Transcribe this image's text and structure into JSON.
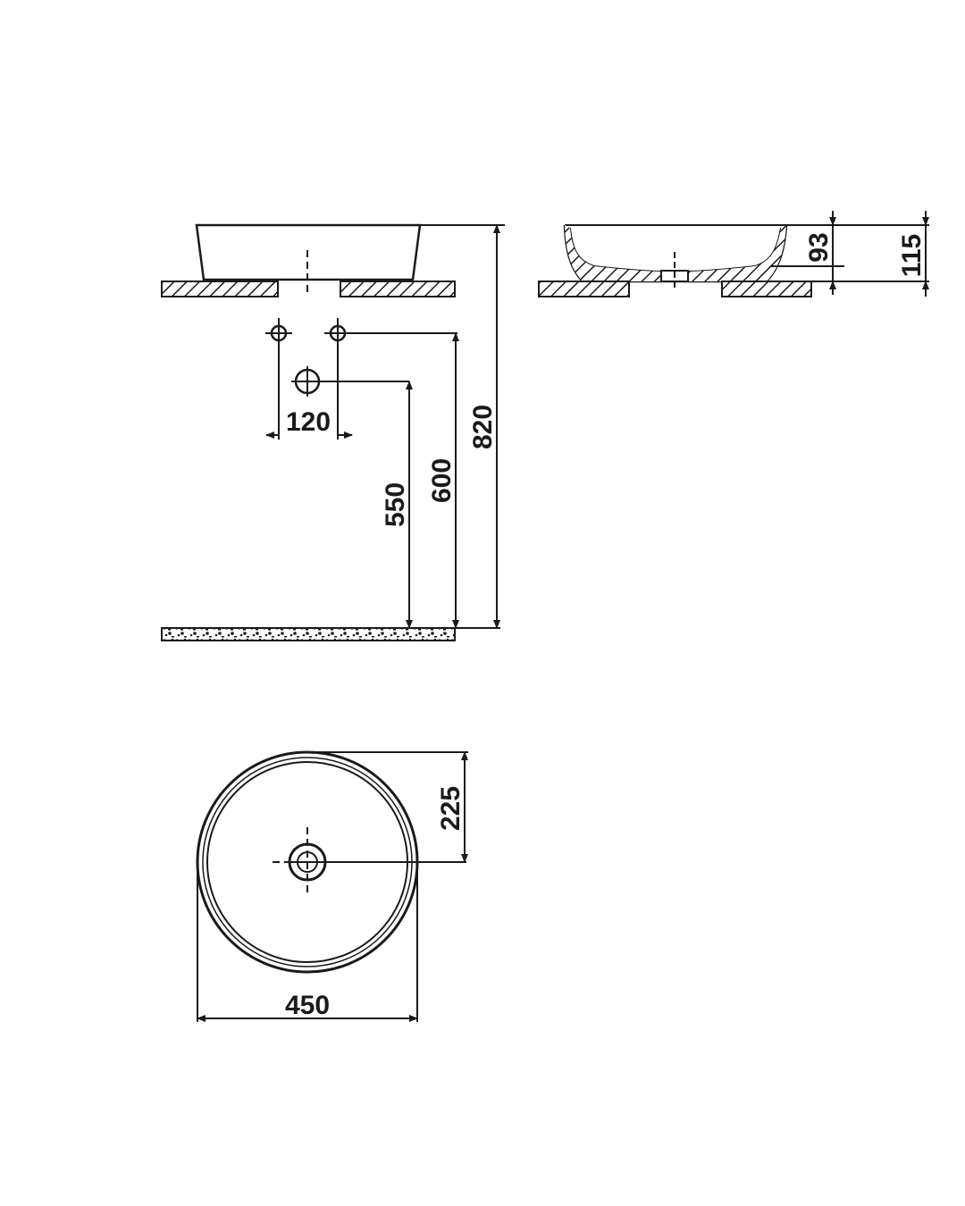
{
  "dimensions": {
    "faucet_spacing": "120",
    "drain_height": "550",
    "faucet_height": "600",
    "total_height": "820",
    "inner_depth": "93",
    "outer_height": "115",
    "radius": "225",
    "diameter": "450"
  },
  "colors": {
    "line": "#1a1a1a",
    "background": "#ffffff"
  }
}
